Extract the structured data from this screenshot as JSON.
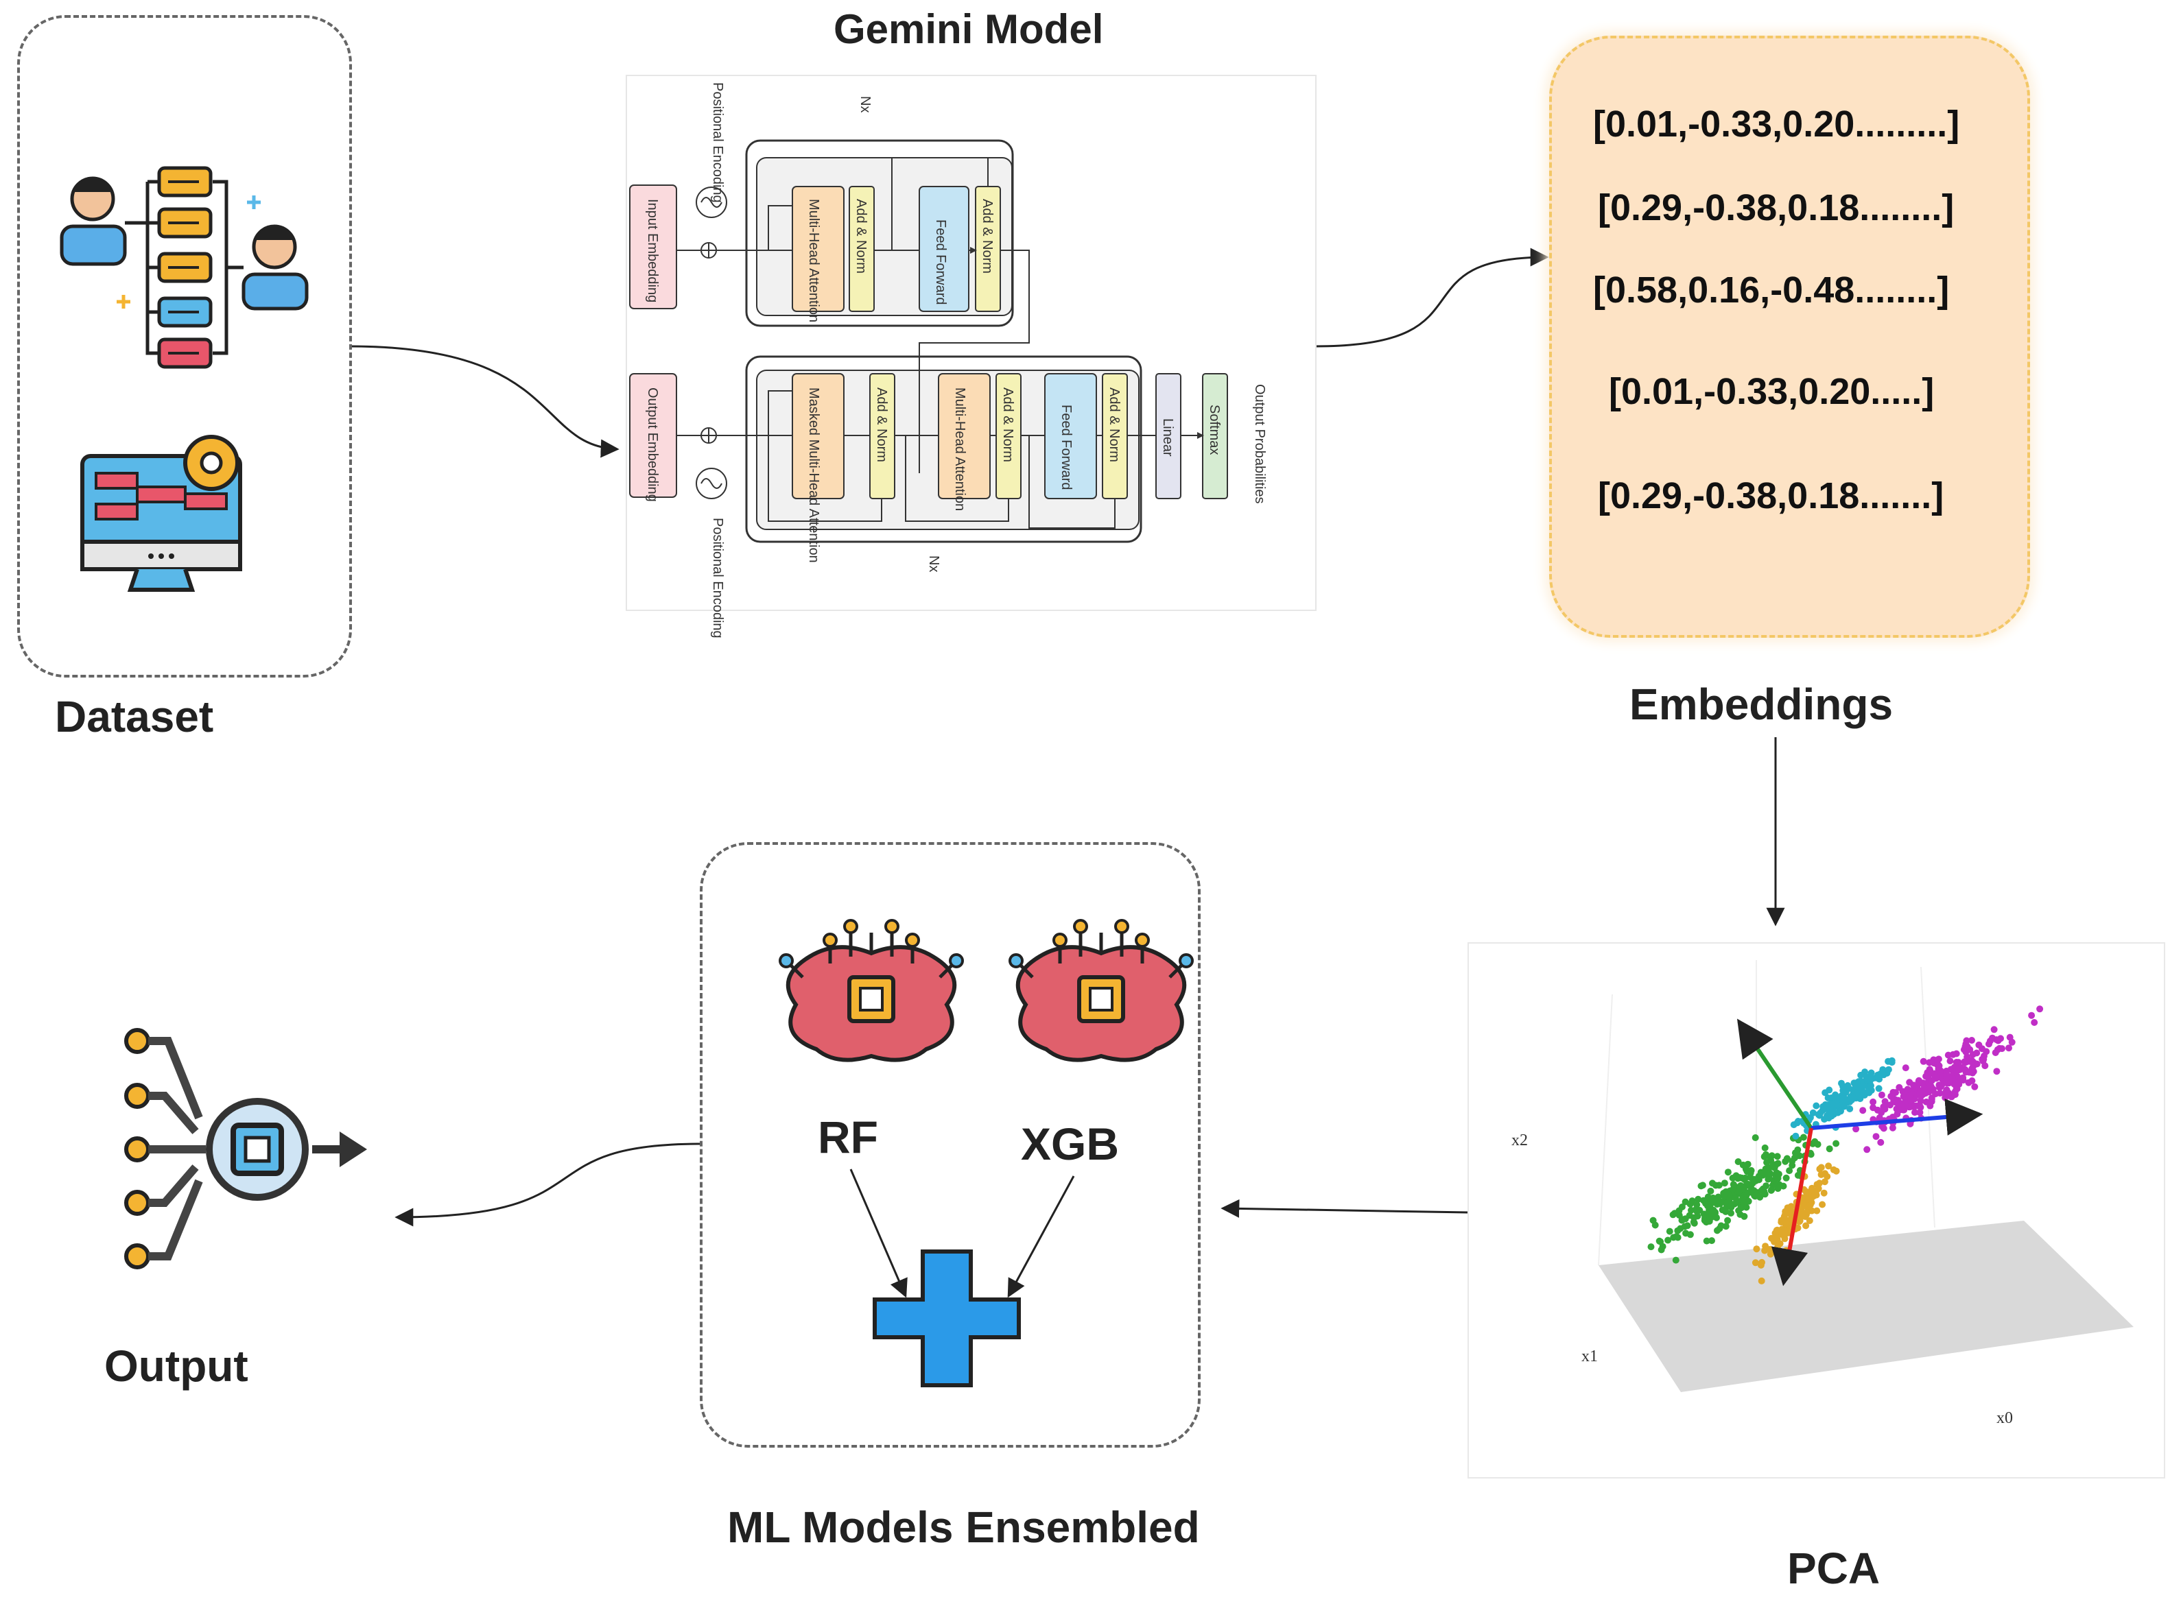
{
  "labels": {
    "dataset": "Dataset",
    "gemini": "Gemini Model",
    "embeddings": "Embeddings",
    "pca": "PCA",
    "ml_models": "ML Models Ensembled",
    "output": "Output"
  },
  "embeddings": [
    "[0.01,-0.33,0.20.........]",
    "[0.29,-0.38,0.18........]",
    "[0.58,0.16,-0.48........]",
    "[0.01,-0.33,0.20.....]",
    "[0.29,-0.38,0.18.......]"
  ],
  "models": {
    "rf": "RF",
    "xgb": "XGB"
  },
  "transformer": {
    "encoder": {
      "input_embedding": "Input Embedding",
      "positional_encoding": "Positional Encoding",
      "multi_head_attention": "Multi-Head Attention",
      "add_norm": "Add & Norm",
      "feed_forward": "Feed Forward",
      "nx": "Nx"
    },
    "decoder": {
      "output_embedding": "Output Embedding",
      "positional_encoding": "Positional Encoding",
      "masked_attention": "Masked Multi-Head Attention",
      "multi_head_attention": "Multi-Head Attention",
      "add_norm": "Add & Norm",
      "feed_forward": "Feed Forward",
      "linear": "Linear",
      "softmax": "Softmax",
      "output_probabilities": "Output Probabilities",
      "nx": "Nx"
    }
  },
  "pca_axes": {
    "x0": "x0",
    "x1": "x1",
    "x2": "x2"
  },
  "colors": {
    "embedding_box": "#fde3c5",
    "embedding_border": "#f3c766",
    "plus": "#2b9ae8",
    "brain": "#e0606c",
    "cluster_green": "#34a838",
    "cluster_cyan": "#26b0c8",
    "cluster_magenta": "#c02ec6",
    "cluster_gold": "#e0a82a"
  },
  "icons": [
    "people-org-icon",
    "monitor-gear-icon",
    "brain-chip-icon",
    "plus-icon",
    "chip-output-icon"
  ]
}
